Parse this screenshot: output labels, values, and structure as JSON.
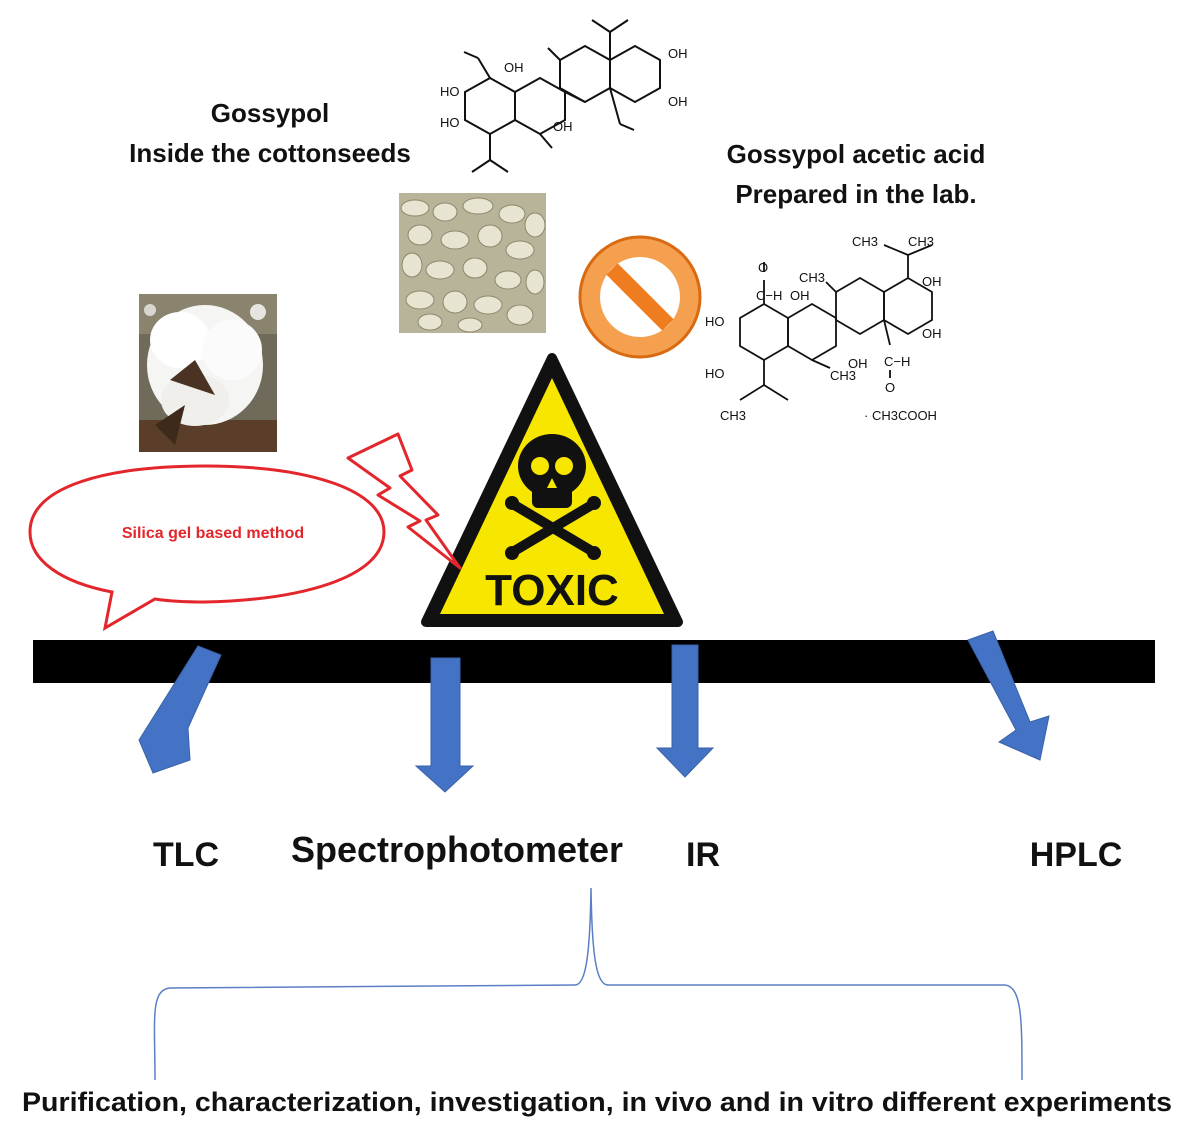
{
  "gossypol": {
    "line1": "Gossypol",
    "line2": "Inside the cottonseeds"
  },
  "acetic_acid": {
    "line1": "Gossypol acetic acid",
    "line2": "Prepared in the lab."
  },
  "callout": {
    "text": "Silica gel based method"
  },
  "toxic_sign": {
    "text": "TOXIC"
  },
  "methods": [
    "TLC",
    "Spectrophotometer",
    "IR",
    "HPLC"
  ],
  "footer": {
    "text": "Purification, characterization, investigation, in vivo and in vitro different experiments"
  },
  "structure_gossypol": {
    "labels": [
      "HO",
      "HO",
      "OH",
      "OH",
      "OH",
      "OH"
    ]
  },
  "structure_acetic": {
    "labels": [
      "CH3",
      "CH3",
      "CH3",
      "CH3",
      "CH3",
      "OH",
      "OH",
      "OH",
      "OH",
      "HO",
      "HO",
      "C−H",
      "C−H",
      "O",
      "O",
      "· CH3COOH"
    ]
  },
  "colors": {
    "arrow_blue": "#4472c4",
    "callout_red": "#e3262b",
    "toxic_yellow": "#f7e600",
    "no_sign_orange": "#ef7d1f",
    "bar_black": "#000000",
    "brace_blue": "#5b7fc4"
  }
}
